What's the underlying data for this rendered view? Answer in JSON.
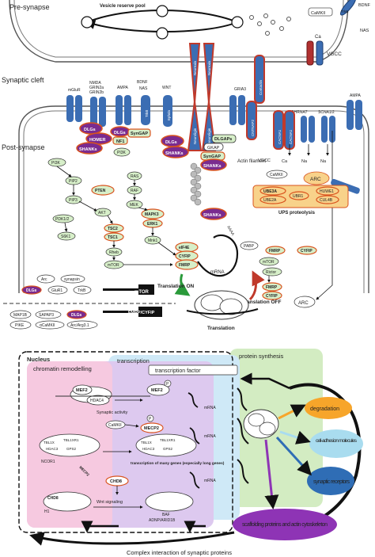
{
  "regions": {
    "pre": "Pre-synapse",
    "cleft": "Synaptic cleft",
    "post": "Post-synapse"
  },
  "pre_labels": {
    "vesicle_pool": "Vesicle reserve pool",
    "camkii": "CaMKII",
    "ca": "Ca",
    "vgcc": "VGCC",
    "bdnf": "BDNF",
    "trkb": "TrkB",
    "nas": "NAS"
  },
  "receptors": {
    "mglur": "mGluR",
    "nmda": "NMDA",
    "grin2a": "GRIN2a",
    "grin2b": "GRIN2b",
    "ampa": "AMPA",
    "bdnf": "BDNF",
    "nas": "NAS",
    "wnt": "WNT",
    "trkb": "TrkB",
    "ephrin": "Ephrin",
    "neurexin": "Neurexin",
    "neuroligin": "Neuroligin",
    "gria3": "GRIA3",
    "cntnap2": "CNTNAP2",
    "contactin": "Contactin",
    "chrna7": "CHRNA7",
    "scna12": "SCNA1/2",
    "cacna1": "CACNA1",
    "ampa2": "AMPA"
  },
  "post_labels": {
    "dlgs": "DLGs",
    "homer": "HOMER",
    "shanks": "SHANKs",
    "syngap": "SynGAP",
    "nf1": "NF1",
    "dlgaps": "DLGAPs",
    "gkap": "GKAP",
    "actin": "Actin filament",
    "pi3k": "PI3K",
    "pip2": "PIP2",
    "pip3": "PIP3",
    "pten": "PTEN",
    "ras": "RAS",
    "raf": "RAF",
    "mek": "MEK",
    "akt": "AKT",
    "pdk": "PDK1/2",
    "s6k1": "S6K1",
    "tsc2": "TSC2",
    "tsc1": "TSC1",
    "mapk3": "MAPK3",
    "erk1": "ERK1",
    "mnk1": "Mnk1",
    "rheb": "Rheb",
    "mtor": "mTOR",
    "eif4e": "eIF4E",
    "cyfip": "CYFIP",
    "fmrp": "FMRP",
    "mrna": "mRNA",
    "pabp": "PABP",
    "aaaa": "AAAA",
    "fmrp2": "FMRP",
    "cyfip2": "CYFIP",
    "mtor2": "mTOR",
    "rictor": "Rictor",
    "vgcc": "VGCC",
    "ca": "Ca",
    "na": "Na",
    "camkii": "CaMKII",
    "arc": "ARC",
    "ube3a": "UBE3A",
    "ube2a": "UBE2A",
    "ubr1": "UBR1",
    "huwe1": "HUWE1",
    "cul4b": "CUL4B",
    "ups": "UPS proteolysis",
    "translation_on": "Translation ON",
    "translation_off": "Translation OFF",
    "translation": "Translation",
    "arc2": "ARC",
    "fmrp3": "FMRP",
    "cyfip3": "CYFIP"
  },
  "targets": {
    "mtor_arrow": "mTOR",
    "fmrp_arrow": "FMRP/CYFIP",
    "mtor_row1": [
      "Arc",
      "synapsin"
    ],
    "mtor_row2": [
      "DLGs",
      "GluR1",
      "TrkB"
    ],
    "fmrp_row1": [
      "MAP1B",
      "SAPAP3",
      "DLGs"
    ],
    "fmrp_row2": [
      "PIKE",
      "αCaMKII",
      "Arc/Arg3.1"
    ]
  },
  "nucleus": {
    "title": "Nucleus",
    "chromatin": "chromatin remodelling",
    "transcription": "transcription",
    "protein_synthesis": "protein synthesis",
    "tf": "transcription factor",
    "mef2": "MEF2",
    "hdac4": "HDAC4",
    "mef2b": "MEF2",
    "p": "P",
    "synaptic_activity": "Synaptic activity",
    "camkii": "CaMKII",
    "mecp2": "MECP2",
    "p2": "P",
    "tbl1x": "TBL1X",
    "tbl1xr1": "TBL1XR1",
    "hdac3": "HDAC3",
    "gps2": "GPS2",
    "ncor1": "NCOR1",
    "mecp2b": "MECP2",
    "tbl1xb": "TBL1X",
    "tbl1xr1b": "TBL1XR1",
    "hdac3b": "HDAC3",
    "gps2b": "GPS2",
    "long_genes": "transcription of many genes (especially long genes)",
    "chd8": "CHD8",
    "wnt_signal": "Wnt signaling",
    "chd8b": "CHD8",
    "h1": "H1",
    "baf": "BAF",
    "arid": "ADNP/ARID1B",
    "mrna": "mRNA",
    "mrna2": "mRNA",
    "mrna3": "mRNA",
    "degradation": "degradation",
    "cam": "cell-adhesion molecules",
    "synreceptors": "synaptic receptors",
    "scaffold": "scaffolding proteins and actin cytoskeleton",
    "footer": "Complex interaction of synaptic proteins"
  },
  "colors": {
    "receptor": "#3b6db3",
    "purple": "#7a2b8f",
    "orange_outline": "#d9531e",
    "green_node": "#d7efc9",
    "pink": "#f6c9e0",
    "lavender": "#ddc9ef",
    "lightblue": "#cfe9f7",
    "lightgreen": "#d3ecc2",
    "degradation": "#f7a52a",
    "cam": "#a9dcef",
    "synrec": "#2f6db5",
    "scaffold": "#8e34b5"
  }
}
